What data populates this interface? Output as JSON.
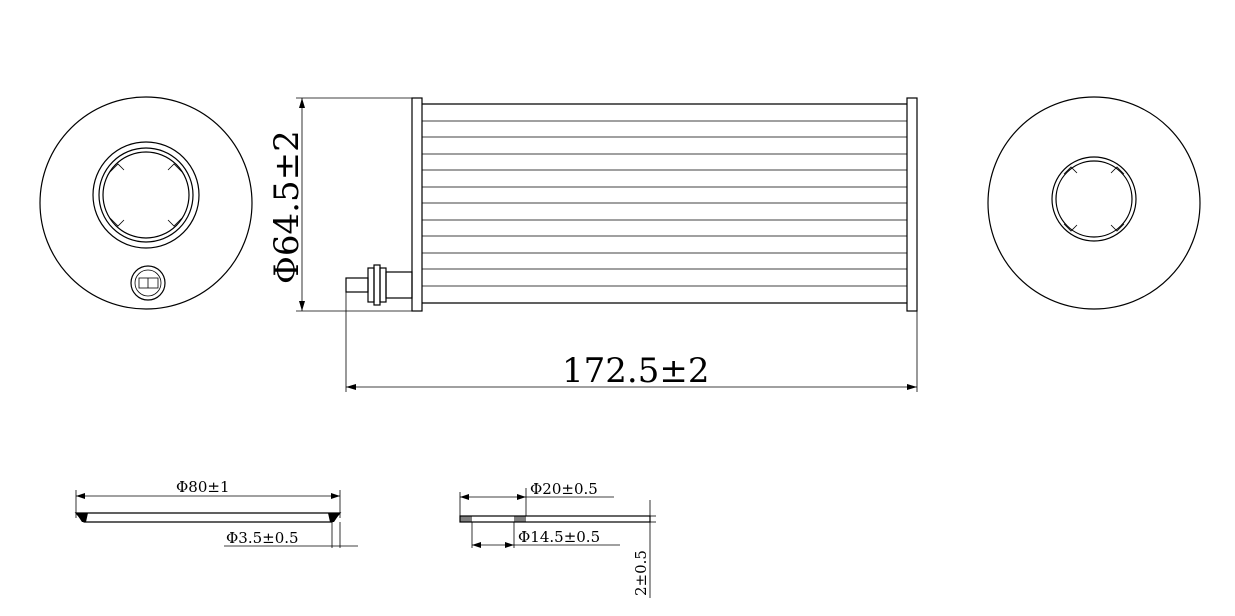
{
  "dimensions": {
    "overall_diameter": "Φ64.5±2",
    "overall_length": "172.5±2",
    "gasket_outer_diameter": "Φ80±1",
    "gasket_thickness": "Φ3.5±0.5",
    "seal_outer_diameter": "Φ20±0.5",
    "seal_inner_diameter": "Φ14.5±0.5",
    "seal_thickness": "2±0.5"
  },
  "colors": {
    "line": "#000000",
    "background": "#ffffff"
  }
}
